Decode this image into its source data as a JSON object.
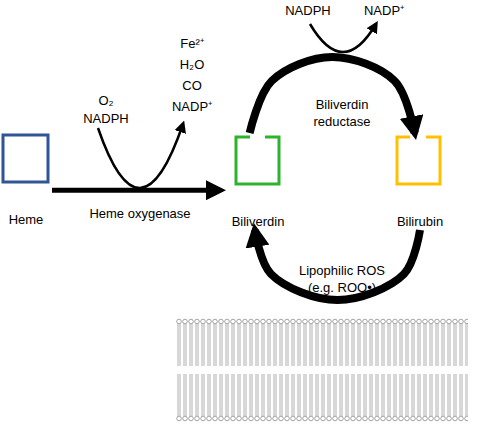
{
  "diagram": {
    "nodes": [
      {
        "text": [
          "Heme"
        ]
      },
      {
        "text": [
          "Biliverdin"
        ]
      },
      {
        "text": [
          "Bilirubin"
        ]
      }
    ],
    "edges": [
      {
        "from": 0,
        "to": 1,
        "label": "Heme oxygenase",
        "arrow": "to"
      },
      {
        "from": 1,
        "to": 2,
        "label": "Biliverdin reductase",
        "arrow": "to"
      },
      {
        "from": 2,
        "to": 1,
        "label": "Lipophilic ROS (e.g. ROO•)",
        "arrow": "to"
      }
    ],
    "labels": [
      "O₂",
      "NADPH",
      "Fe²⁺",
      "H₂O",
      "CO",
      "NADP⁺",
      "NADPH",
      "NADP⁺"
    ]
  }
}
